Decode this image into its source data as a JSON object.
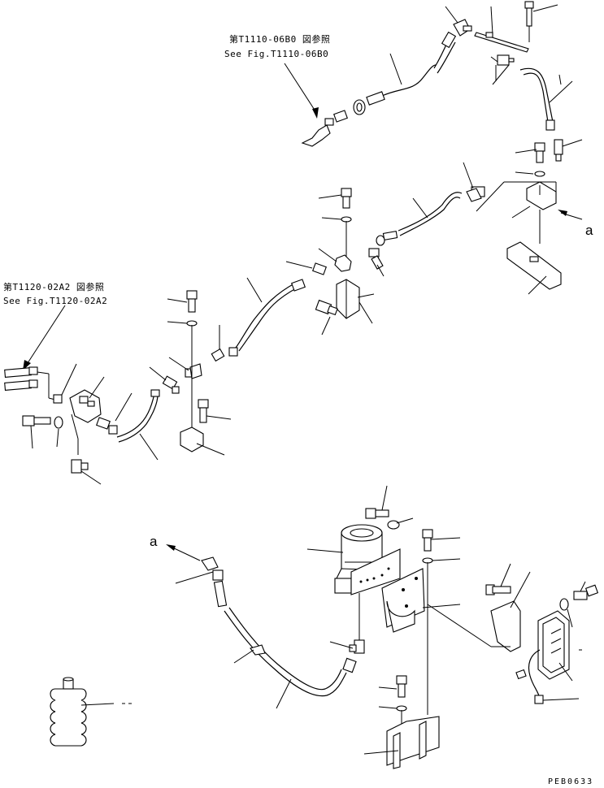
{
  "references": [
    {
      "jp": "第T1110-06B0 図参照",
      "en": "See Fig.T1110-06B0"
    },
    {
      "jp": "第T1120-02A2 図参照",
      "en": "See Fig.T1120-02A2"
    }
  ],
  "connection_marks": [
    "a",
    "a"
  ],
  "drawing_code": "PEB0633"
}
